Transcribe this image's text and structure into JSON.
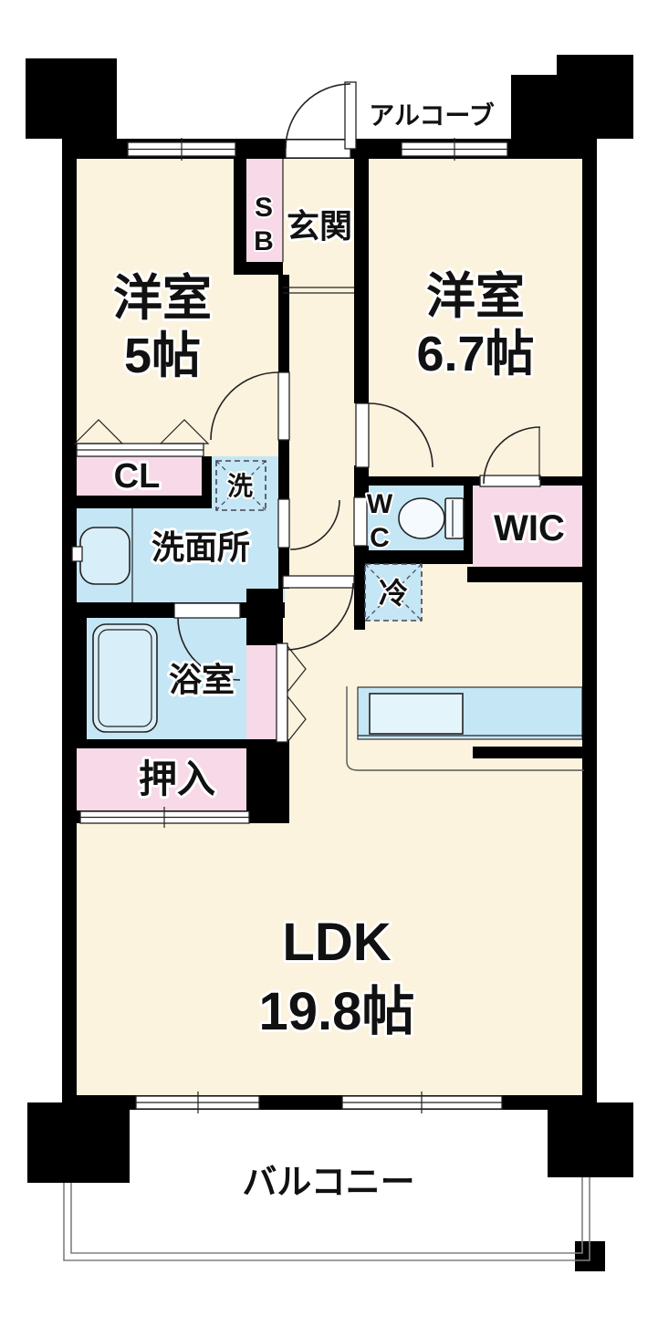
{
  "plan_type": "floorplan",
  "colors": {
    "floor_cream": "#FBF3DE",
    "water_blue": "#C5E6F4",
    "closet_pink": "#F7D9E8",
    "wall_black": "#000000",
    "fixture_blue": "#D8EEF8",
    "balcony_rail_gray": "#808080"
  },
  "rooms": {
    "alcove": {
      "label": "アルコーブ"
    },
    "entrance": {
      "label": "玄関"
    },
    "shoe_box": {
      "label": "SB",
      "line1": "S",
      "line2": "B"
    },
    "bedroom_1": {
      "name": "洋室",
      "size": "5帖"
    },
    "bedroom_2": {
      "name": "洋室",
      "size": "6.7帖"
    },
    "closet_cl": {
      "label": "CL"
    },
    "washer_space": {
      "label": "洗"
    },
    "washroom": {
      "label": "洗面所"
    },
    "wc": {
      "label": "WC",
      "line1": "W",
      "line2": "C"
    },
    "wic": {
      "label": "WIC"
    },
    "fridge_space": {
      "label": "冷"
    },
    "bathroom": {
      "label": "浴室"
    },
    "oshiire": {
      "label": "押入"
    },
    "ldk": {
      "name": "LDK",
      "size": "19.8帖"
    },
    "balcony": {
      "label": "バルコニー"
    }
  }
}
